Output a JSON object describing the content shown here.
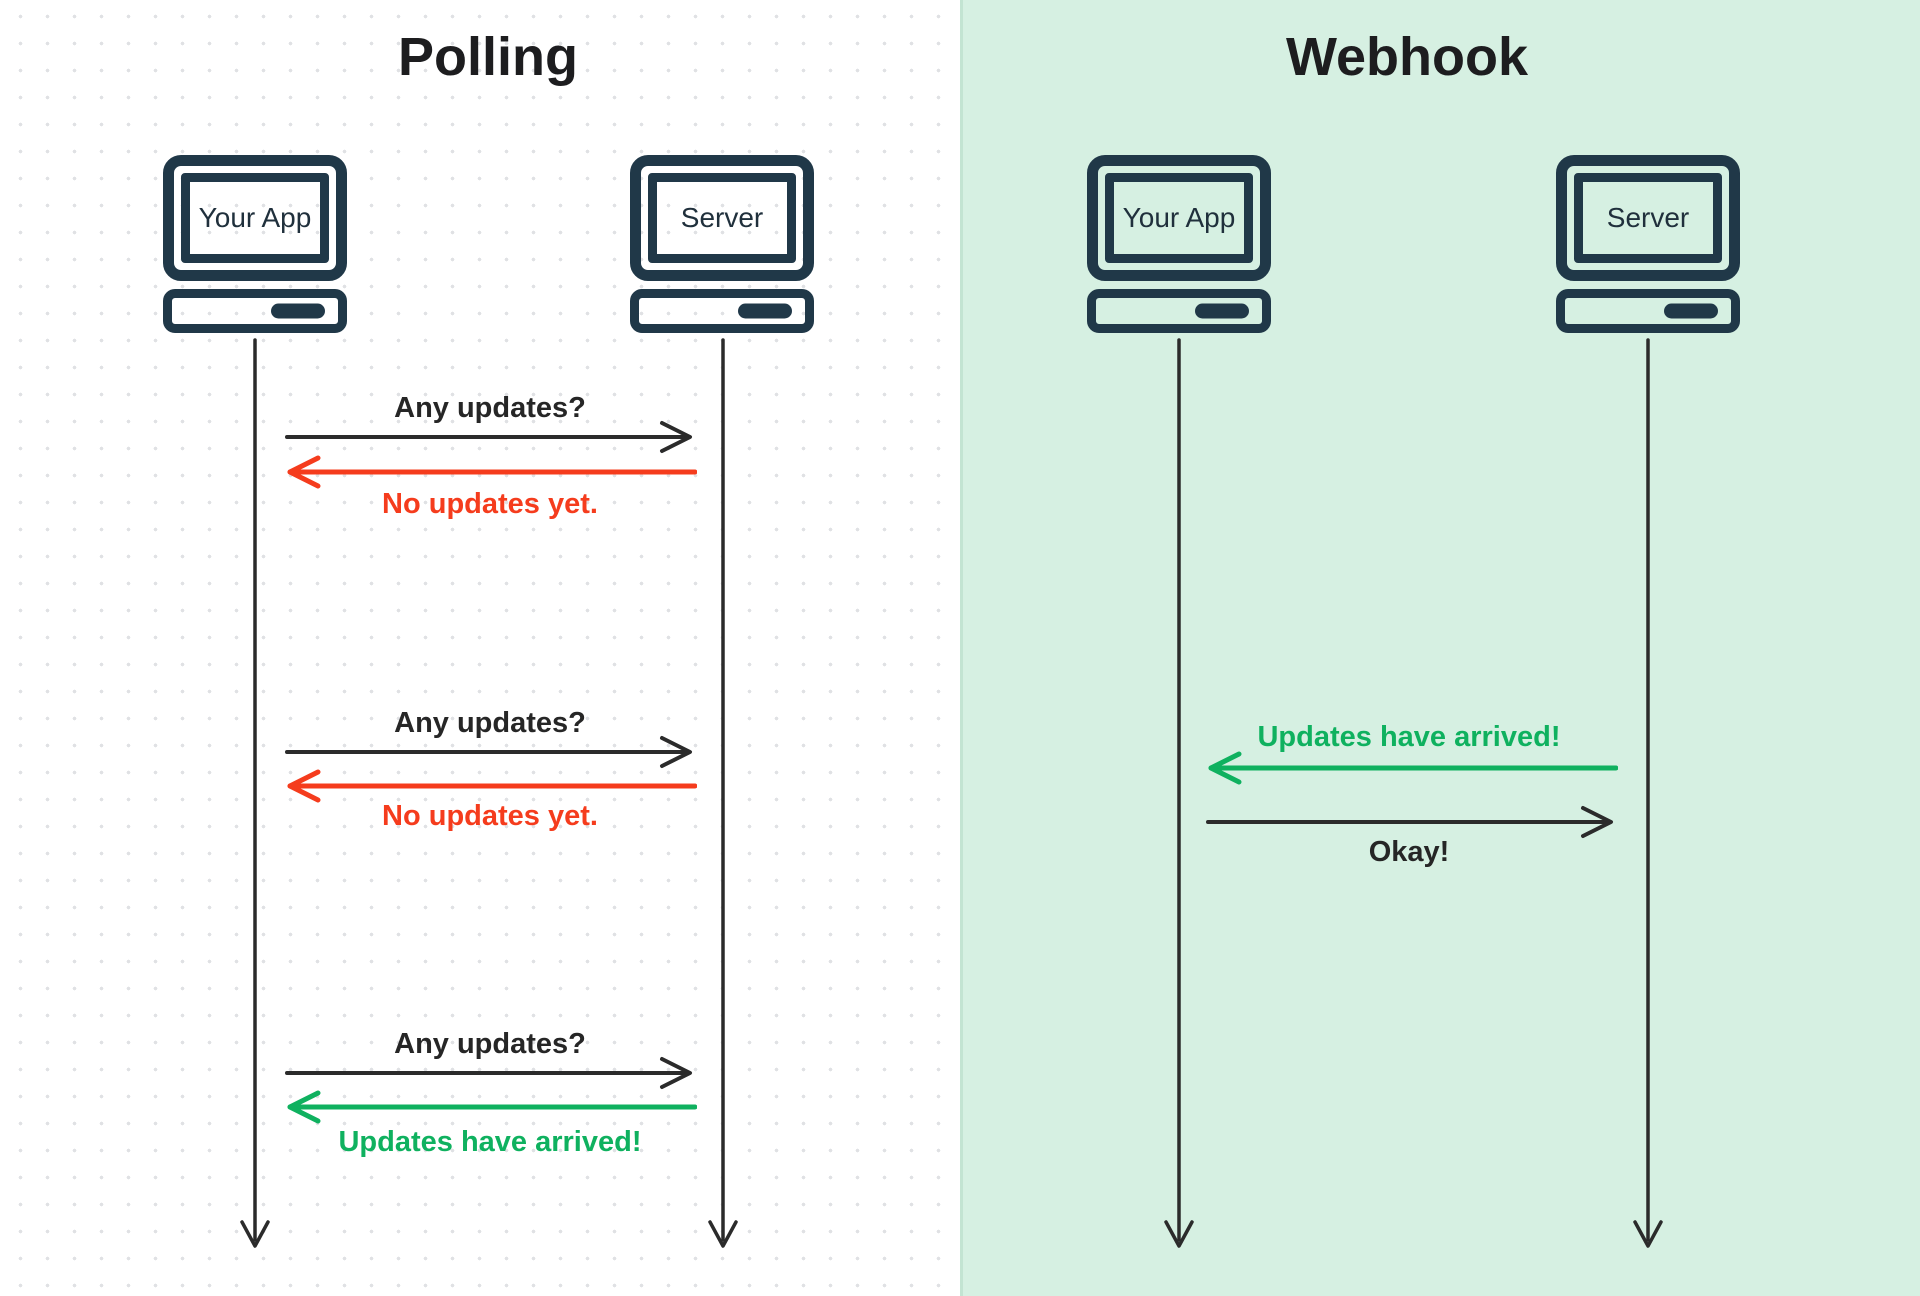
{
  "colors": {
    "panel_left_bg": "#ffffff",
    "panel_right_bg": "#d6f0e2",
    "panel_edge": "#c3e4d2",
    "ink": "#2b2b2b",
    "text": "#1d1d1f",
    "navy": "#203848",
    "red": "#f53c1d",
    "green": "#0fb15f",
    "dot": "#e0e1e4"
  },
  "icons": {
    "actor": "computer-icon",
    "request": "arrow-right-icon",
    "response": "arrow-left-icon",
    "lifeline": "arrow-down-icon"
  },
  "panels": [
    {
      "title": "Polling",
      "actors": [
        {
          "label": "Your App"
        },
        {
          "label": "Server"
        }
      ],
      "exchanges": [
        {
          "request": "Any updates?",
          "response": "No updates yet.",
          "response_tone": "negative"
        },
        {
          "request": "Any updates?",
          "response": "No updates yet.",
          "response_tone": "negative"
        },
        {
          "request": "Any updates?",
          "response": "Updates have arrived!",
          "response_tone": "positive"
        }
      ]
    },
    {
      "title": "Webhook",
      "actors": [
        {
          "label": "Your App"
        },
        {
          "label": "Server"
        }
      ],
      "exchanges": [
        {
          "notification": "Updates have arrived!",
          "acknowledgement": "Okay!"
        }
      ]
    }
  ]
}
